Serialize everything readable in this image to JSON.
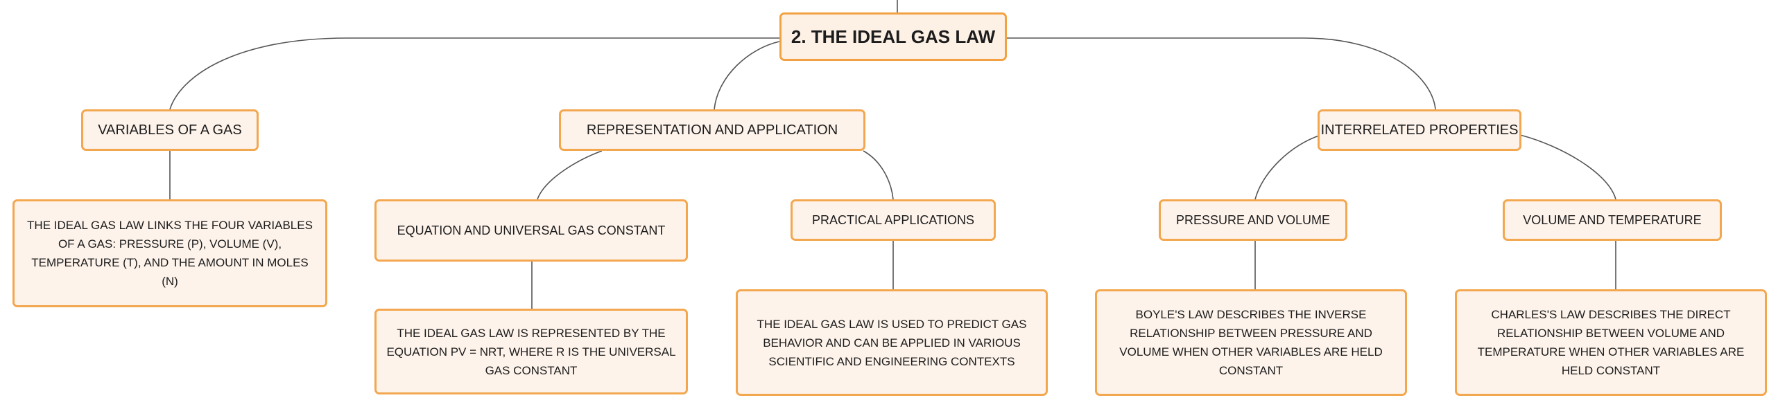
{
  "diagram": {
    "root": "2. THE IDEAL GAS LAW",
    "branches": [
      {
        "title": "VARIABLES OF A GAS",
        "note": "THE IDEAL GAS LAW LINKS THE FOUR VARIABLES OF A GAS: PRESSURE (P), VOLUME (V), TEMPERATURE (T), AND THE AMOUNT IN MOLES (N)"
      },
      {
        "title": "REPRESENTATION AND APPLICATION",
        "children": [
          {
            "title": "EQUATION AND UNIVERSAL GAS CONSTANT",
            "note": "THE IDEAL GAS LAW IS REPRESENTED BY THE EQUATION PV = NRT, WHERE R IS THE UNIVERSAL GAS CONSTANT"
          },
          {
            "title": "PRACTICAL APPLICATIONS",
            "note": "THE IDEAL GAS LAW IS USED TO PREDICT GAS BEHAVIOR AND CAN BE APPLIED IN VARIOUS SCIENTIFIC AND ENGINEERING CONTEXTS"
          }
        ]
      },
      {
        "title": "INTERRELATED PROPERTIES",
        "children": [
          {
            "title": "PRESSURE AND VOLUME",
            "note": "BOYLE'S LAW DESCRIBES THE INVERSE RELATIONSHIP BETWEEN PRESSURE AND VOLUME WHEN OTHER VARIABLES ARE HELD CONSTANT"
          },
          {
            "title": "VOLUME AND TEMPERATURE",
            "note": "CHARLES'S LAW DESCRIBES THE DIRECT RELATIONSHIP BETWEEN VOLUME AND TEMPERATURE WHEN OTHER VARIABLES ARE HELD CONSTANT"
          }
        ]
      }
    ]
  }
}
